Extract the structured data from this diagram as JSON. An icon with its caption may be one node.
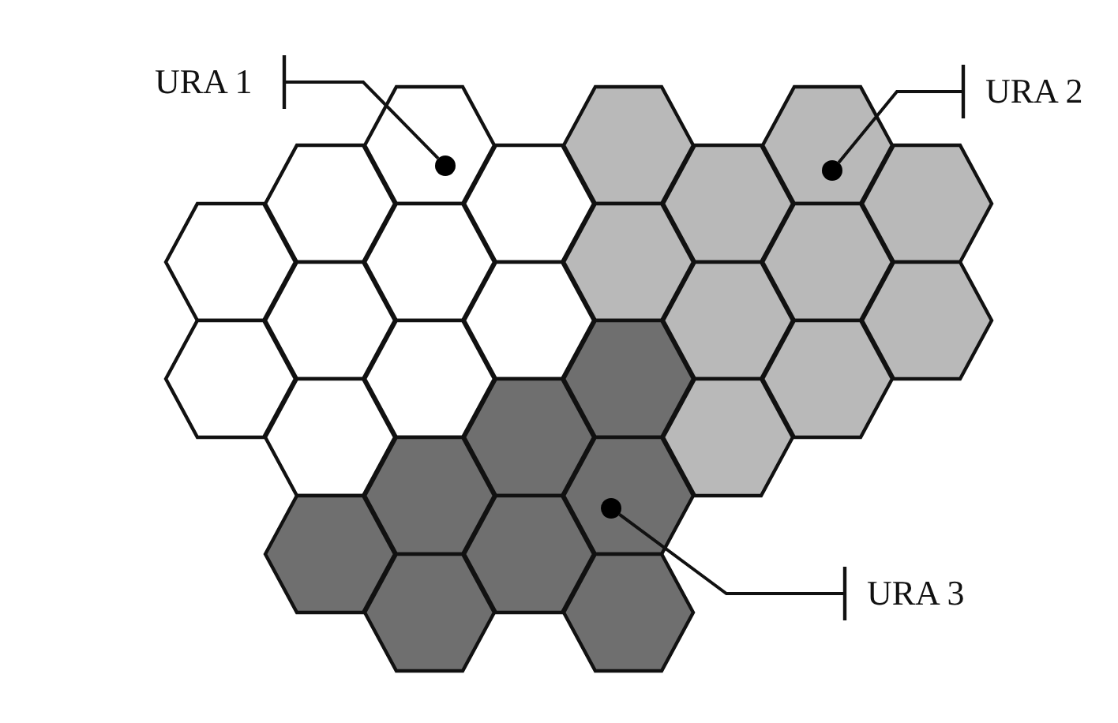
{
  "diagram": {
    "nodes": [
      {
        "text": [
          "URA 1"
        ]
      },
      {
        "text": [
          "URA 2"
        ]
      },
      {
        "text": [],
        "shape": "circle"
      },
      {
        "text": [],
        "shape": "circle"
      },
      {
        "text": [],
        "shape": "circle"
      },
      {
        "text": [
          "URA 3"
        ]
      }
    ],
    "edges": [
      {
        "from": 0,
        "to": 2,
        "arrow": "other"
      },
      {
        "from": 1,
        "to": 3,
        "arrow": "other"
      },
      {
        "from": 5,
        "to": 4,
        "arrow": "other"
      }
    ]
  }
}
